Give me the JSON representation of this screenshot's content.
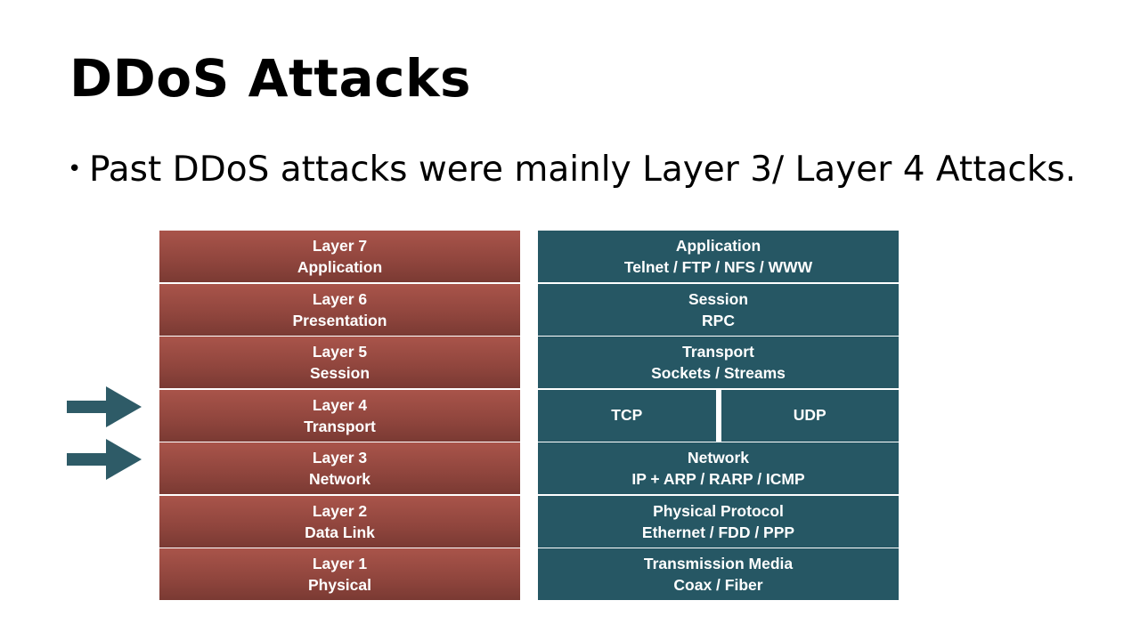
{
  "title": "DDoS Attacks",
  "bullet": {
    "text": "Past DDoS attacks were mainly Layer 3/ Layer 4 Attacks."
  },
  "osi_layers": [
    {
      "name": "Layer 7",
      "label": "Application"
    },
    {
      "name": "Layer 6",
      "label": "Presentation"
    },
    {
      "name": "Layer 5",
      "label": "Session"
    },
    {
      "name": "Layer 4",
      "label": "Transport"
    },
    {
      "name": "Layer 3",
      "label": "Network"
    },
    {
      "name": "Layer 2",
      "label": "Data Link"
    },
    {
      "name": "Layer 1",
      "label": "Physical"
    }
  ],
  "protocol_stack": {
    "application": {
      "title": "Application",
      "detail": "Telnet / FTP / NFS / WWW"
    },
    "session": {
      "title": "Session",
      "detail": "RPC"
    },
    "transport": {
      "title": "Transport",
      "detail": "Sockets / Streams"
    },
    "tcp": "TCP",
    "udp": "UDP",
    "network": {
      "title": "Network",
      "detail": "IP + ARP / RARP / ICMP"
    },
    "physical_protocol": {
      "title": "Physical Protocol",
      "detail": "Ethernet / FDD / PPP"
    },
    "transmission_media": {
      "title": "Transmission Media",
      "detail": "Coax / Fiber"
    }
  },
  "arrows": [
    {
      "points_to": "Layer 4",
      "icon": "right-arrow-icon"
    },
    {
      "points_to": "Layer 3",
      "icon": "right-arrow-icon"
    }
  ],
  "colors": {
    "layer_fill": "#9b4c43",
    "protocol_fill": "#265764",
    "arrow_fill": "#2e5b67",
    "text_on_fill": "#ffffff"
  }
}
